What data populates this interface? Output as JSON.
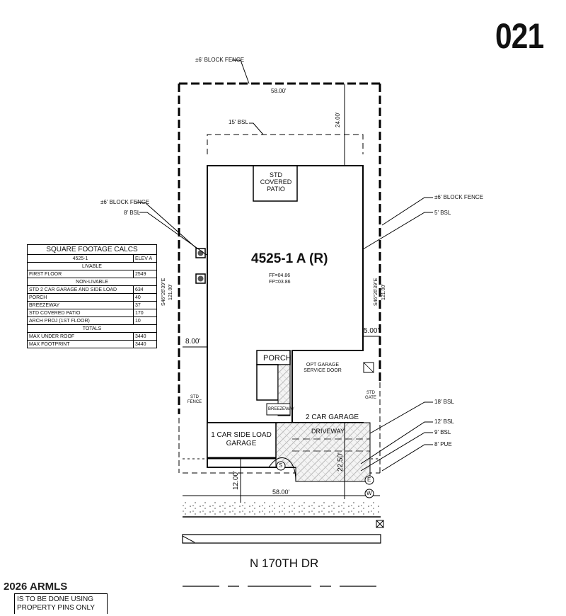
{
  "lot_number": "021",
  "plan": {
    "name": "4525-1 A (R)",
    "ff": "FF=04.86",
    "fp": "FP=03.86"
  },
  "labels": {
    "block_fence_top": "±6' BLOCK FENCE",
    "block_fence_left": "±6' BLOCK FENCE",
    "block_fence_right": "±6' BLOCK FENCE",
    "bsl_15": "15' BSL",
    "bsl_8": "8' BSL",
    "bsl_5": "5' BSL",
    "bsl_18": "18' BSL",
    "bsl_12": "12' BSL",
    "bsl_9": "9' BSL",
    "pue_8": "8' PUE",
    "dim_top": "58.00'",
    "dim_bottom": "58.00'",
    "dim_24": "24.00'",
    "dim_left_side": "121.00'",
    "dim_right_side": "121.00'",
    "bearing_left": "S46°26'39\"E",
    "bearing_right": "S46°26'39\"E",
    "dim_8": "8.00'",
    "dim_5": "5.00'",
    "dim_12": "12.00'",
    "dim_22_50": "22.50'",
    "patio": "STD COVERED PATIO",
    "porch": "PORCH",
    "breezeway": "BREEZEWAY",
    "two_car_garage": "2 CAR GARAGE",
    "driveway": "DRIVEWAY",
    "one_car_garage": "1 CAR SIDE LOAD GARAGE",
    "opt_garage": "OPT GARAGE SERVICE DOOR",
    "std_gate": "STD GATE",
    "std_fence": "STD FENCE",
    "marker_s": "S",
    "marker_e": "E",
    "marker_w": "W"
  },
  "street_name": "N 170TH DR",
  "bottom_brand": "2026 ARMLS",
  "note_lines": [
    "IS TO BE DONE USING",
    "PROPERTY PINS ONLY"
  ],
  "table": {
    "title": "SQUARE FOOTAGE CALCS",
    "header": [
      "4525-1",
      "ELEV A"
    ],
    "rows": [
      {
        "type": "section",
        "label": "LIVABLE"
      },
      {
        "type": "row",
        "label": "FIRST FLOOR",
        "value": "2549"
      },
      {
        "type": "section",
        "label": "NON-LIVABLE"
      },
      {
        "type": "row",
        "label": "STD 2 CAR GARAGE AND SIDE LOAD",
        "value": "634"
      },
      {
        "type": "row",
        "label": "PORCH",
        "value": "40"
      },
      {
        "type": "row",
        "label": "BREEZEWAY",
        "value": "37"
      },
      {
        "type": "row",
        "label": "STD COVERED PATIO",
        "value": "170"
      },
      {
        "type": "row",
        "label": "ARCH PROJ (1ST FLOOR)",
        "value": "10"
      },
      {
        "type": "section",
        "label": "TOTALS"
      },
      {
        "type": "row",
        "label": "MAX UNDER ROOF",
        "value": "3440"
      },
      {
        "type": "row",
        "label": "MAX FOOTPRINT",
        "value": "3440"
      }
    ]
  }
}
